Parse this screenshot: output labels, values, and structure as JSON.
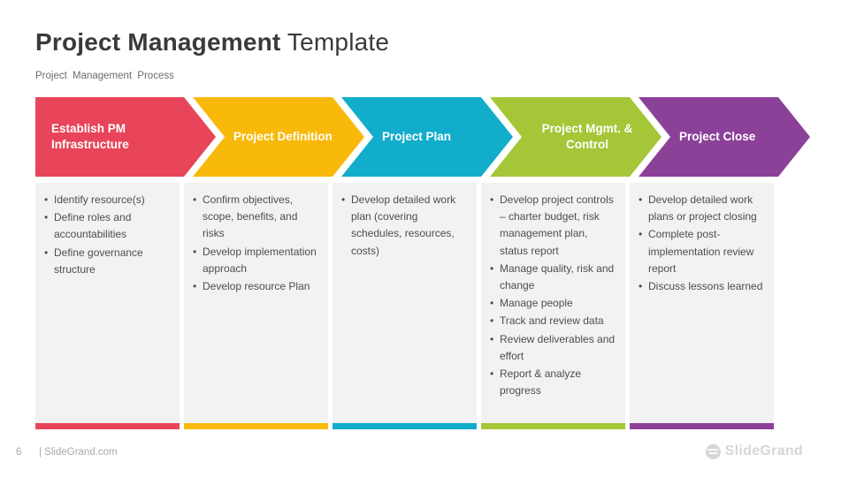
{
  "slide": {
    "title_bold": "Project Management",
    "title_regular": " Template",
    "subtitle": "Project Management Process",
    "page_number": "6",
    "footer_text": "| SlideGrand.com",
    "watermark_text": "SlideGrand"
  },
  "colors": {
    "red": "#E8455A",
    "yellow": "#F9B90B",
    "cyan": "#12ADCB",
    "green": "#A5C637",
    "purple": "#8C4199",
    "column_background": "#F2F2F2"
  },
  "stages": [
    {
      "label": "Establish PM Infrastructure",
      "color": "#E8455A",
      "items": [
        "Identify resource(s)",
        "Define roles and accountabilities",
        "Define governance structure"
      ]
    },
    {
      "label": "Project Definition",
      "color": "#F9B90B",
      "items": [
        "Confirm objectives, scope, benefits, and risks",
        "Develop implementation approach",
        "Develop resource Plan"
      ]
    },
    {
      "label": "Project Plan",
      "color": "#12ADCB",
      "items": [
        "Develop detailed work plan (covering schedules, resources, costs)"
      ]
    },
    {
      "label": "Project Mgmt. & Control",
      "color": "#A5C637",
      "items": [
        "Develop project controls – charter budget, risk management plan, status report",
        "Manage quality, risk and change",
        "Manage people",
        "Track and review data",
        "Review deliverables and effort",
        "Report & analyze progress"
      ]
    },
    {
      "label": "Project Close",
      "color": "#8C4199",
      "items": [
        "Develop detailed work plans or project closing",
        "Complete post-implementation review report",
        "Discuss lessons learned"
      ]
    }
  ]
}
